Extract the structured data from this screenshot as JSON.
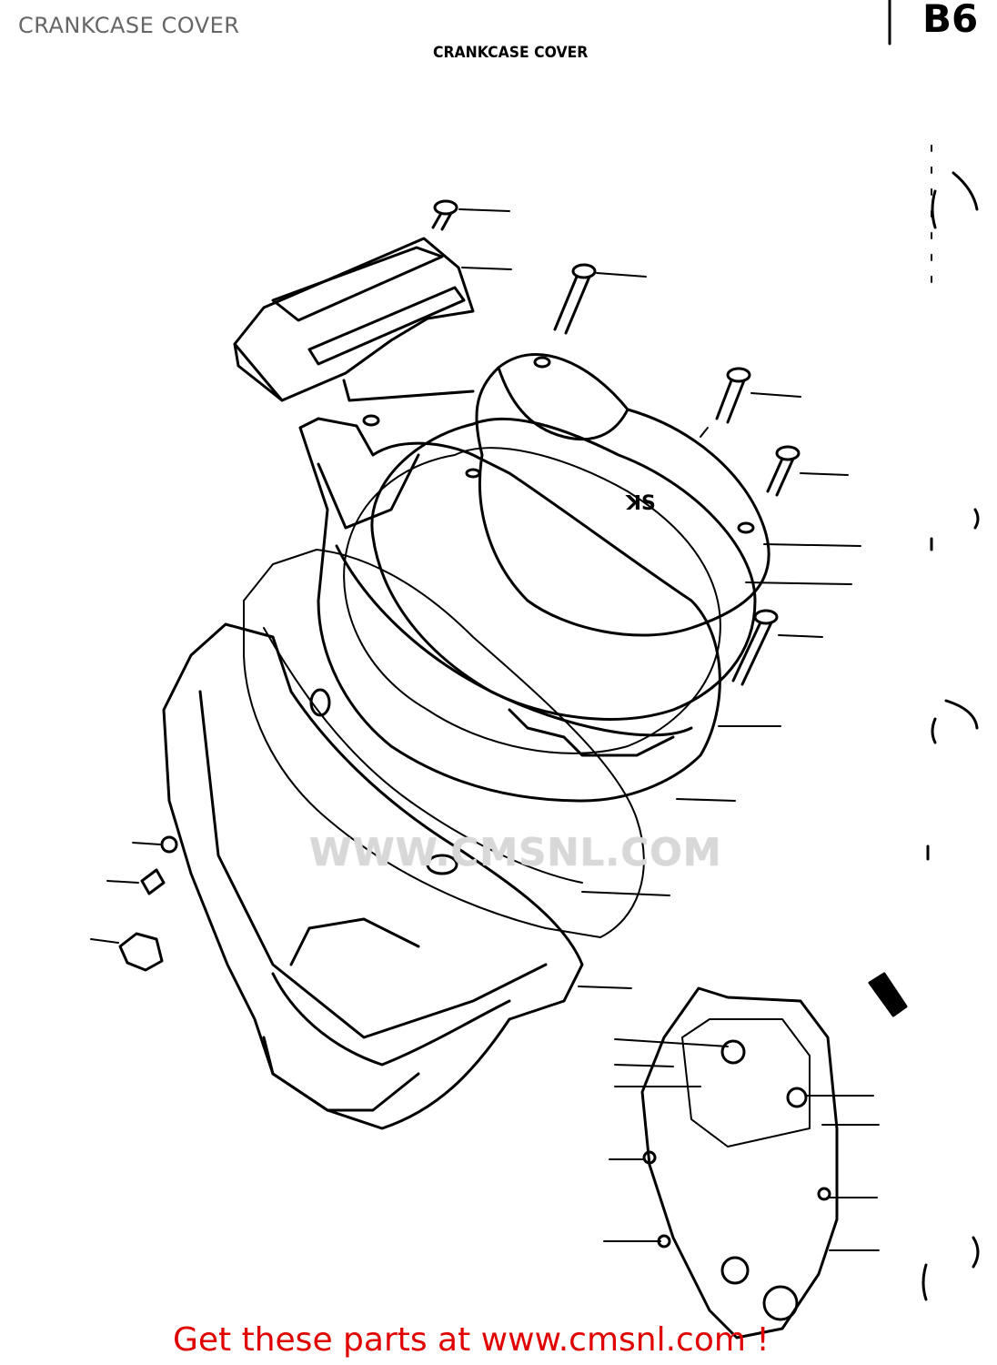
{
  "page": {
    "title": "CRANKCASE COVER"
  },
  "diagram": {
    "heading": "CRANKCASE COVER",
    "sheet_code": "B6",
    "watermark": "WWW.CMSNL.COM"
  },
  "footer": {
    "cta": "Get these parts at www.cmsnl.com !"
  },
  "colors": {
    "line": "#000000",
    "footer_text": "#e00000",
    "watermark": "#d8d8d8"
  }
}
